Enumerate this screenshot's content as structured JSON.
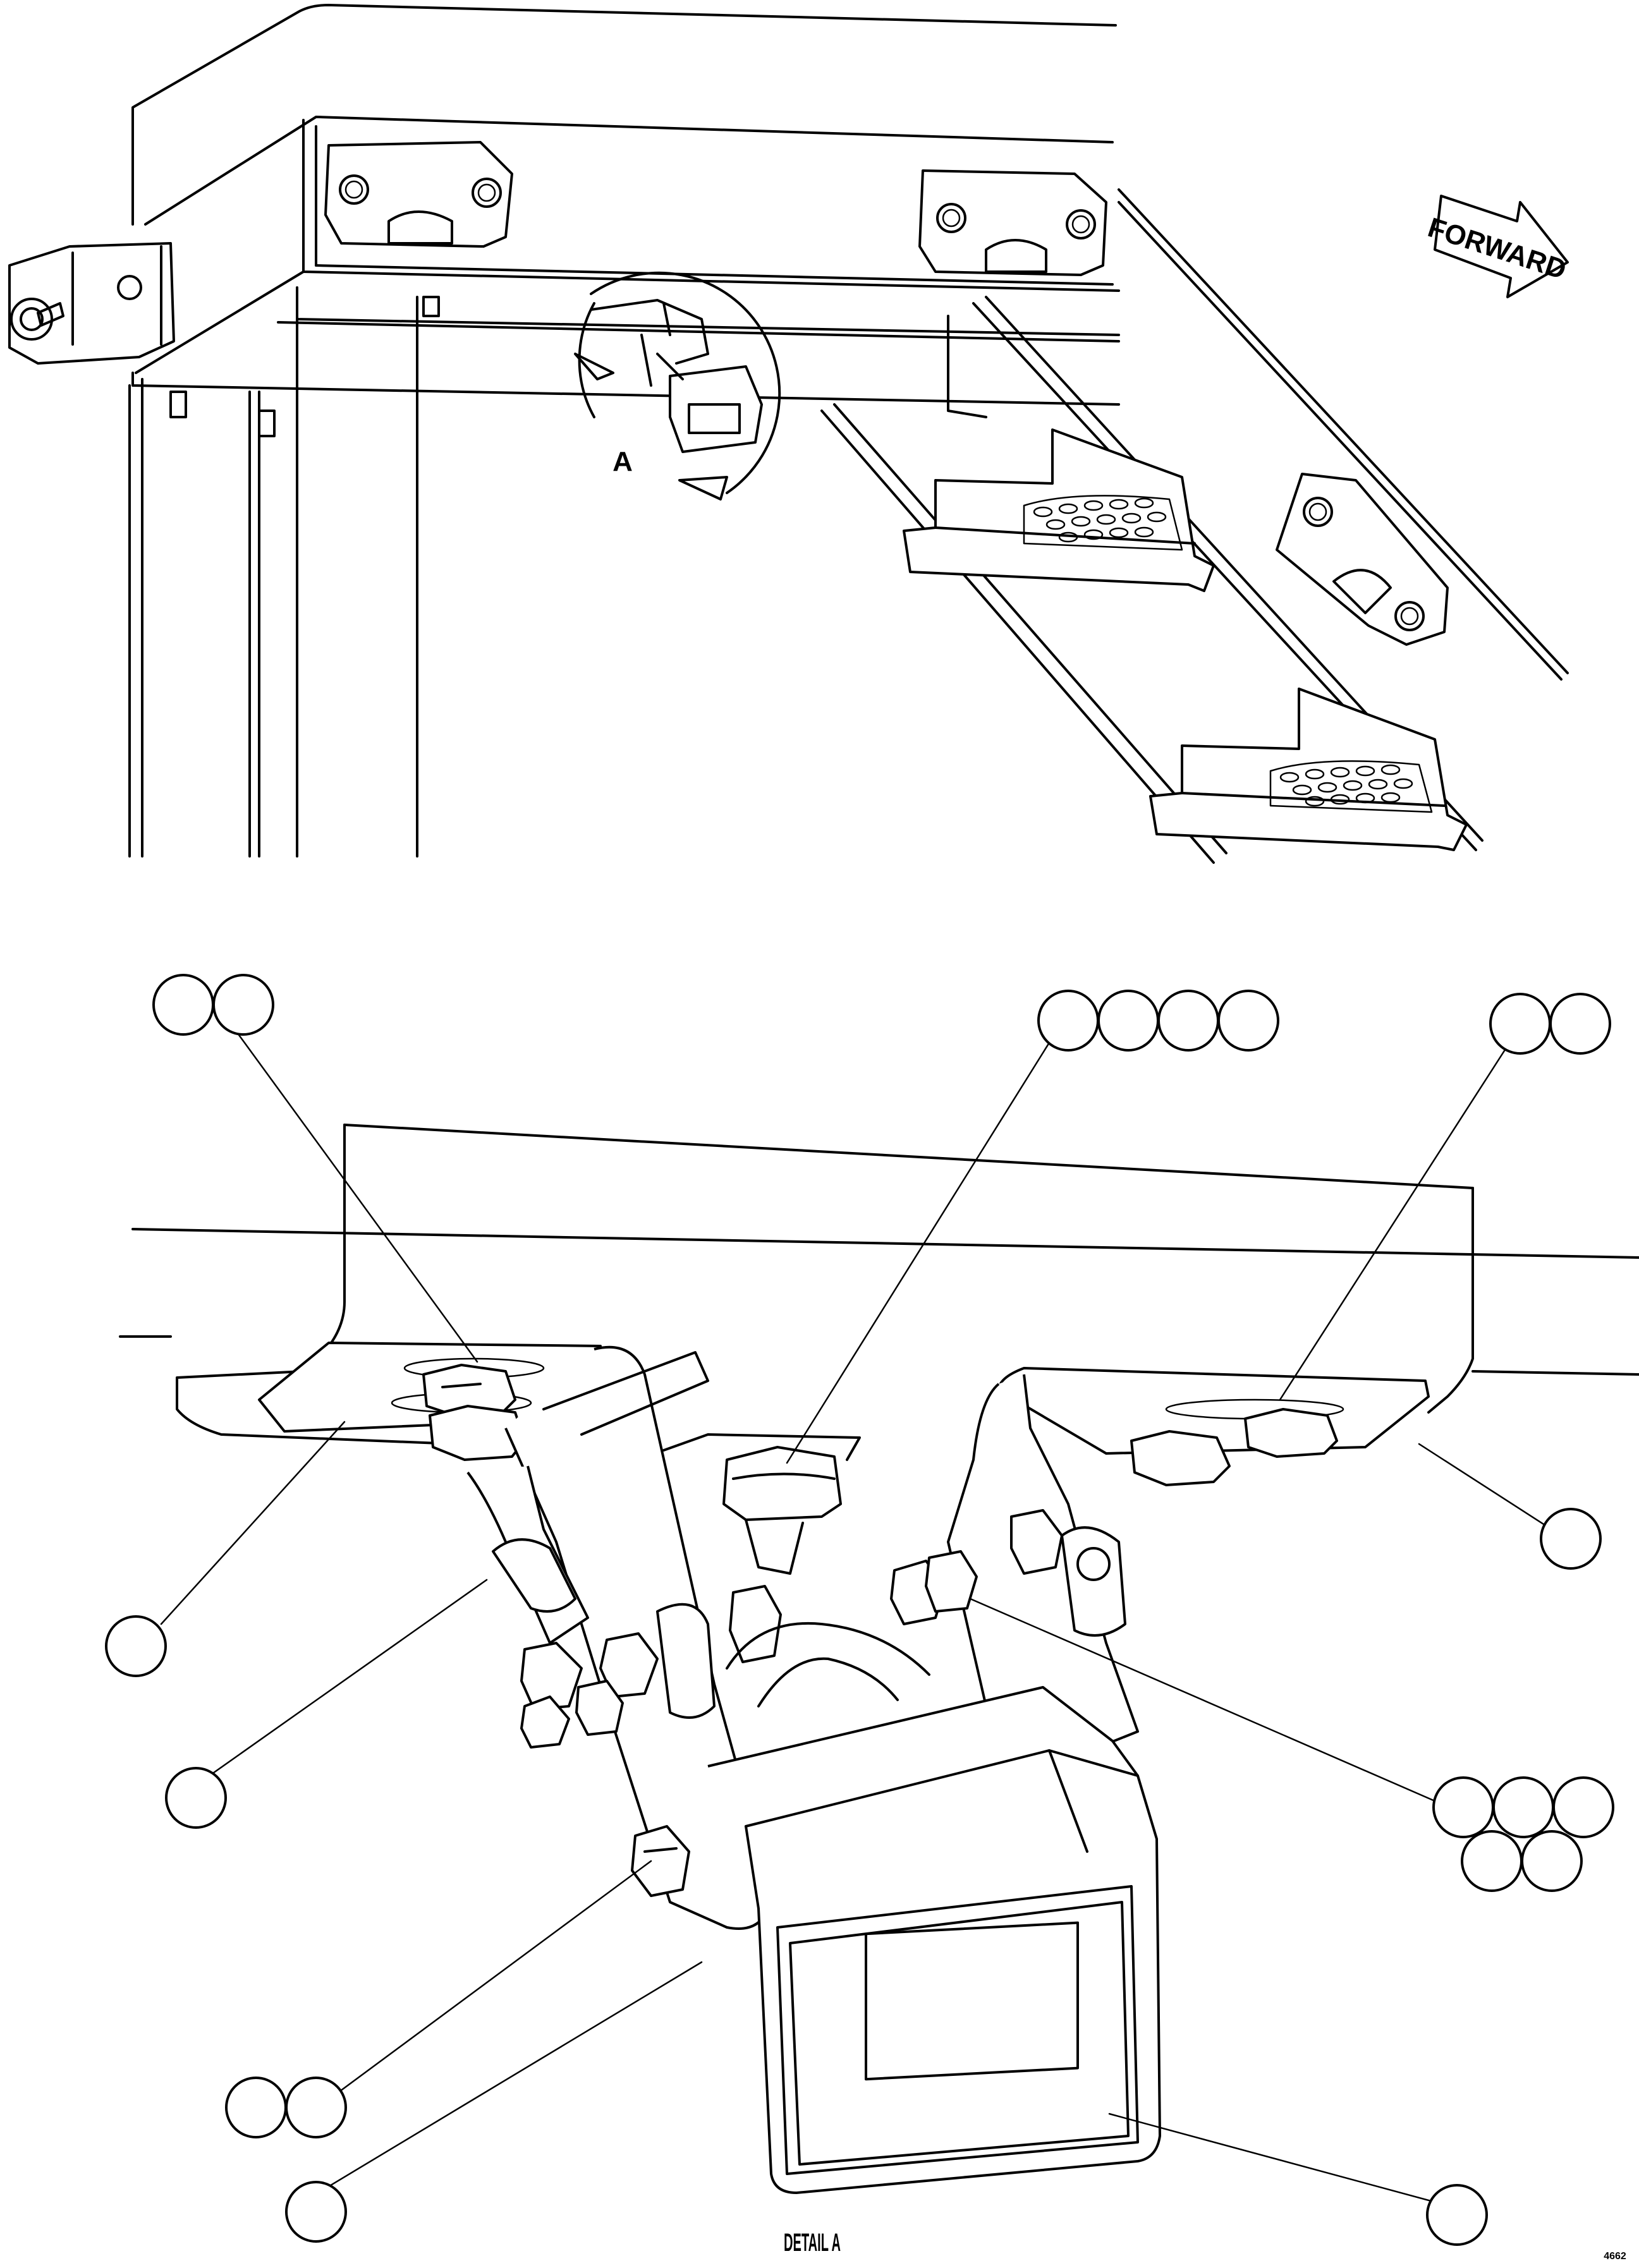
{
  "overview": {
    "direction_arrow_text": "FORWARD",
    "detail_callout_letter": "A"
  },
  "detail": {
    "caption": "DETAIL A"
  },
  "sheet_ref": "4662"
}
